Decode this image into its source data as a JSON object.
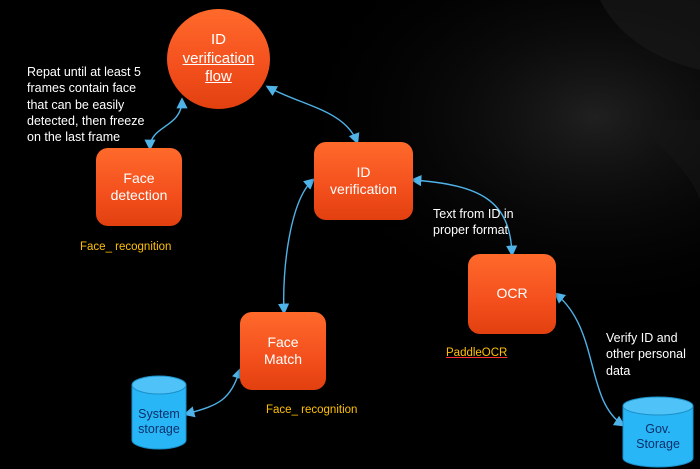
{
  "nodes": {
    "id_flow": {
      "line1": "ID",
      "line2": "verification",
      "line3": "flow"
    },
    "face_detection": "Face\ndetection",
    "id_verification": "ID\nverification",
    "ocr": "OCR",
    "face_match": "Face\nMatch"
  },
  "storage": {
    "system": "System\nstorage",
    "gov": "Gov.\nStorage"
  },
  "notes": {
    "repeat": "Repat until at least 5\nframes contain face\nthat can be easily\ndetected, then freeze\non the last frame",
    "text_from_id": "Text from ID in\nproper format",
    "verify_id": "Verify ID and\nother personal\ndata"
  },
  "libraries": {
    "face_recognition_1": "Face_ recognition",
    "paddle_ocr": "PaddleOCR",
    "face_recognition_2": "Face_ recognition"
  },
  "colors": {
    "node": "#f4511e",
    "connector": "#4fb3e8",
    "storage": "#29b6f6",
    "library_label": "#ffc000"
  }
}
